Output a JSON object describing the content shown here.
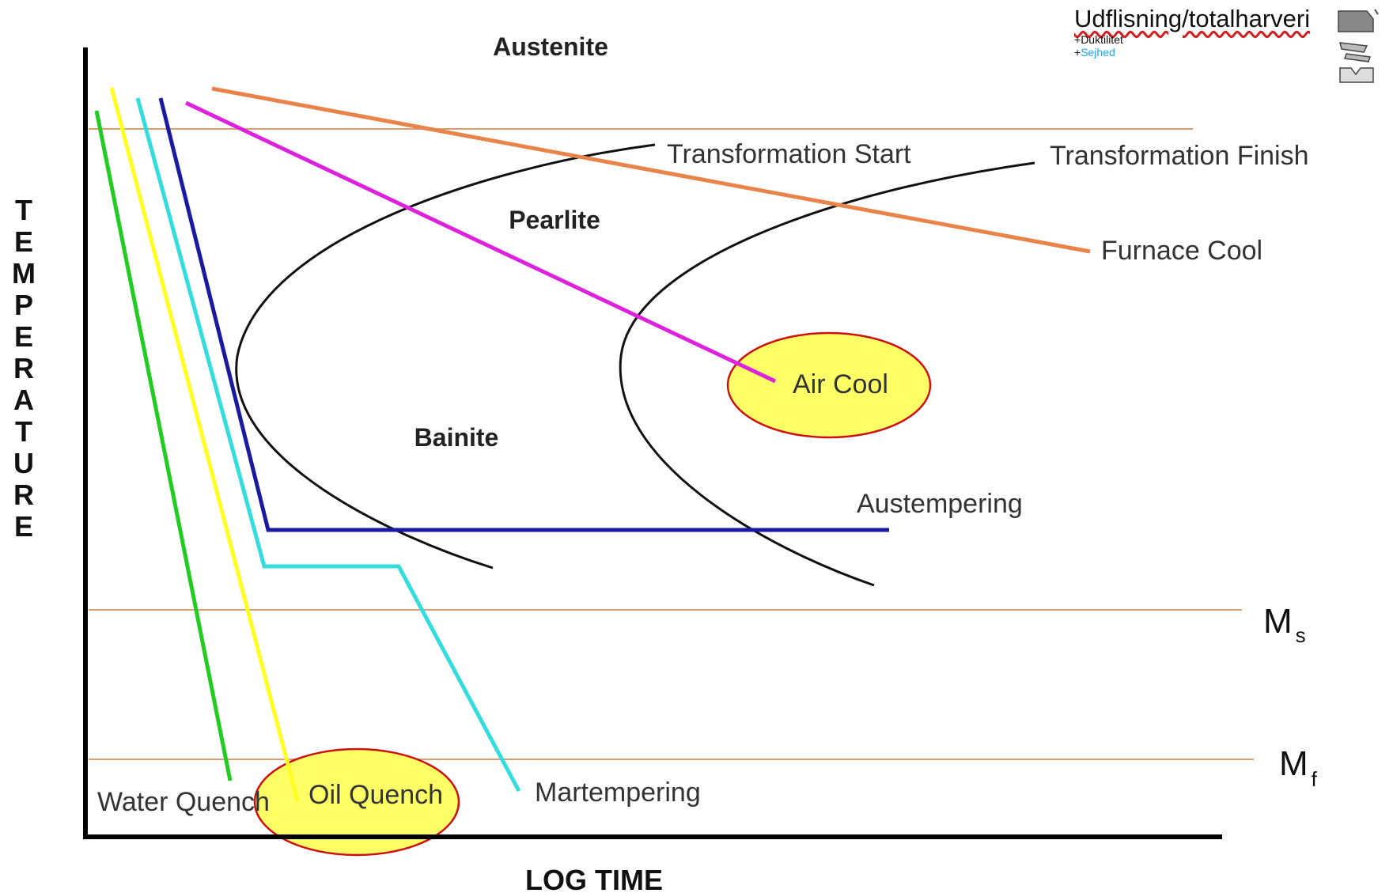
{
  "title": "Austenite",
  "x_axis_title": "LOG TIME",
  "y_axis_title": "TEMPERATURE",
  "regions": {
    "pearlite": "Pearlite",
    "bainite": "Bainite"
  },
  "curves": {
    "start": "Transformation Start",
    "finish": "Transformation Finish"
  },
  "levels": {
    "ms_main": "M",
    "ms_sub": "s",
    "mf_main": "M",
    "mf_sub": "f"
  },
  "cooling_paths": [
    {
      "label": "Water Quench",
      "color": "#22cc22"
    },
    {
      "label": "Oil Quench",
      "color": "#ffff22",
      "highlighted": true
    },
    {
      "label": "Martempering",
      "color": "#33dddd"
    },
    {
      "label": "Austempering",
      "color": "#1a1aa0"
    },
    {
      "label": "Air Cool",
      "color": "#dd22dd",
      "highlighted": true
    },
    {
      "label": "Furnace Cool",
      "color": "#e8844a"
    }
  ],
  "highlight": {
    "fill": "#ffff66",
    "stroke": "#cc1111"
  },
  "header": {
    "title": "Udflisning/totalharveri",
    "line1_prefix": "+",
    "line1_text": "Duktilitet",
    "line2_prefix": "+",
    "line2_text": "Sejhed"
  }
}
